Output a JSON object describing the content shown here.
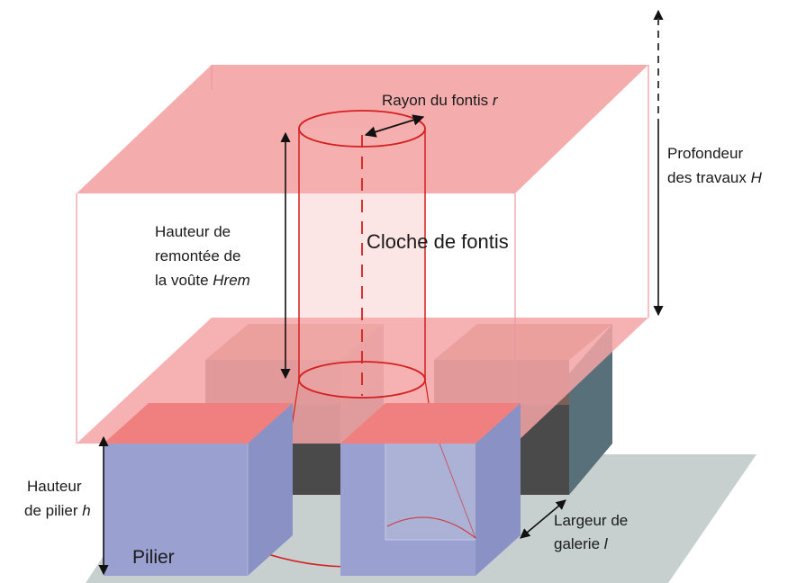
{
  "labels": {
    "rayon": {
      "text": "Rayon du fontis ",
      "var": "r"
    },
    "profondeur": {
      "line1": "Profondeur",
      "line2": "des travaux ",
      "var": "H"
    },
    "hauteur_remontee": {
      "line1": "Hauteur de",
      "line2": "remontée de",
      "line3": "la voûte ",
      "var": "Hrem"
    },
    "cloche": "Cloche de fontis",
    "hauteur_pilier": {
      "line1": "Hauteur",
      "line2": "de pilier ",
      "var": "h"
    },
    "pilier": "Pilier",
    "largeur": {
      "line1": "Largeur de",
      "line2": "galerie ",
      "var": "l"
    }
  },
  "colors": {
    "overburden_face": "#f4a3a4",
    "overburden_edge": "#e89a9c",
    "pillar_side": "#9aa1d1",
    "pillar_top": "#f08080",
    "pillar_dark": "#7a6058",
    "pillar_darker": "#4a4a4a",
    "floor": "#c8cfcf",
    "cylinder": "#d42020"
  }
}
